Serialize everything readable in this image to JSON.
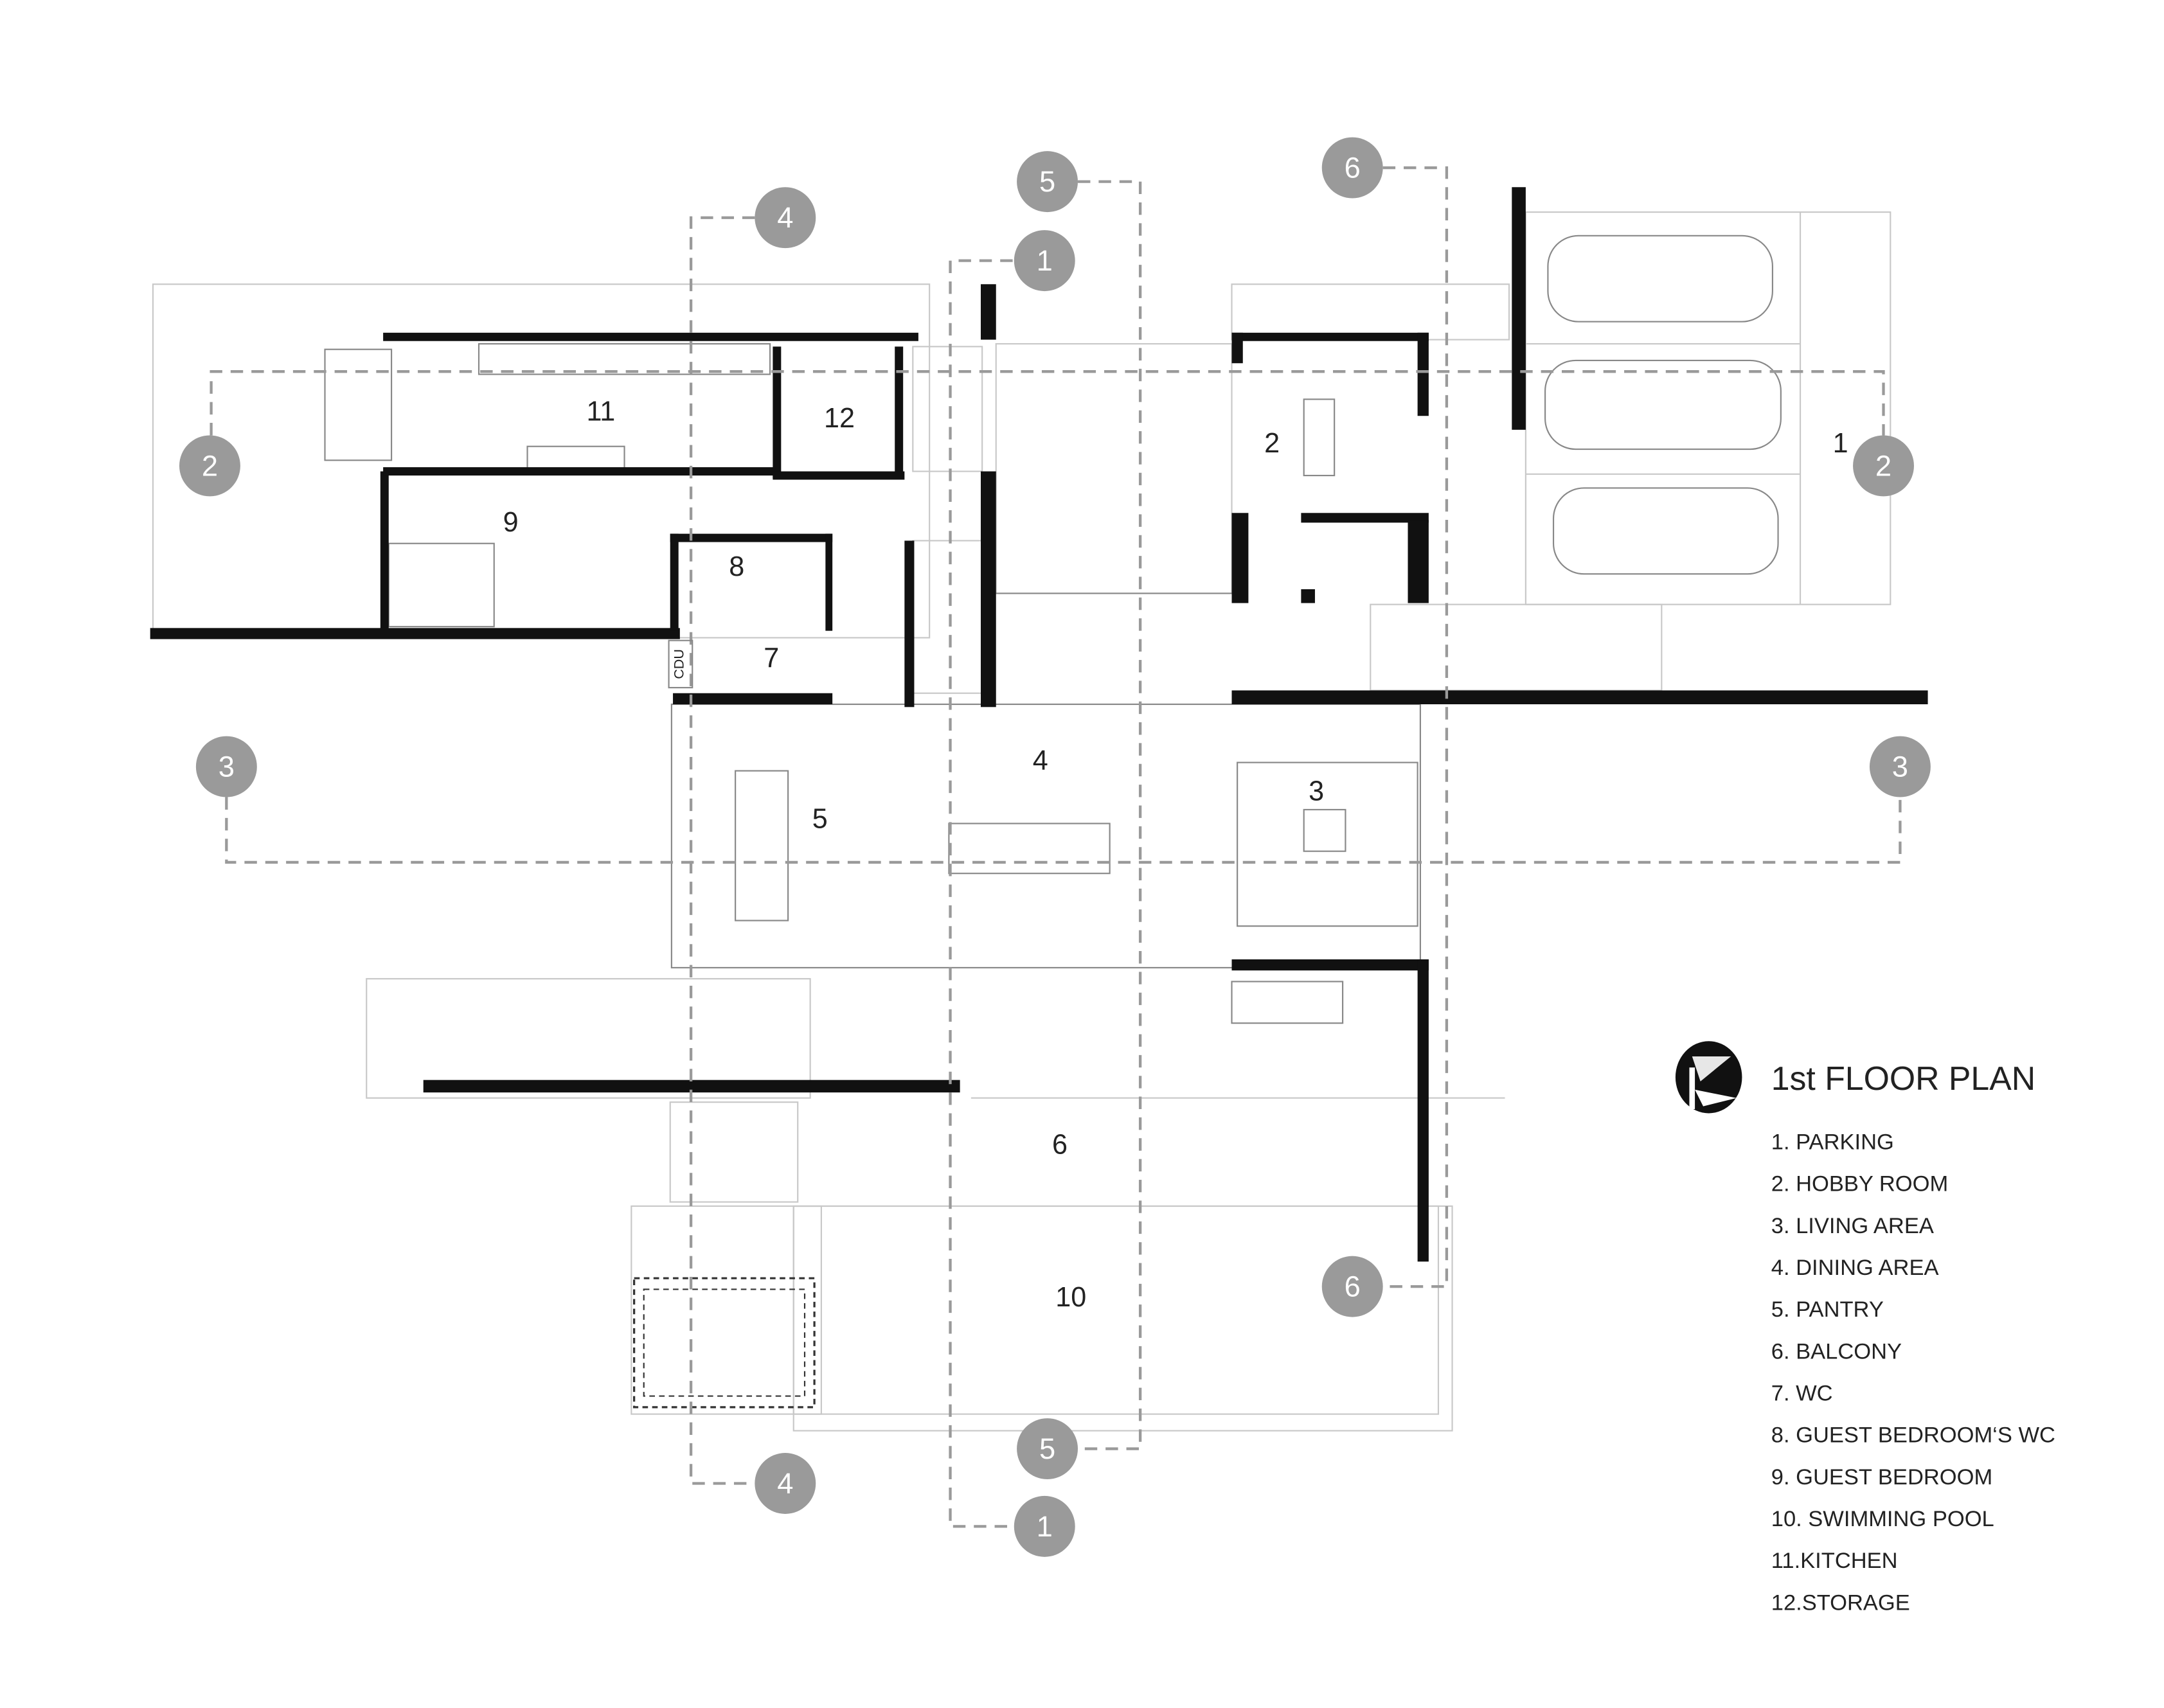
{
  "title": "1st FLOOR PLAN",
  "legend": [
    "1. PARKING",
    "2. HOBBY ROOM",
    "3. LIVING AREA",
    "4. DINING AREA",
    "5. PANTRY",
    "6. BALCONY",
    "7. WC",
    "8. GUEST BEDROOM‘S WC",
    "9. GUEST BEDROOM",
    "10. SWIMMING POOL",
    "11.KITCHEN",
    "12.STORAGE"
  ],
  "rooms": {
    "r1": "1",
    "r2": "2",
    "r3": "3",
    "r4": "4",
    "r5": "5",
    "r6": "6",
    "r7": "7",
    "r8": "8",
    "r9": "9",
    "r10": "10",
    "r11": "11",
    "r12": "12"
  },
  "equipment_label": "CDU",
  "section_markers": {
    "s1": "1",
    "s2": "2",
    "s3": "3",
    "s4": "4",
    "s5": "5",
    "s6": "6"
  },
  "colors": {
    "marker": "#9a9a9a",
    "wall": "#111111",
    "text": "#222222"
  }
}
